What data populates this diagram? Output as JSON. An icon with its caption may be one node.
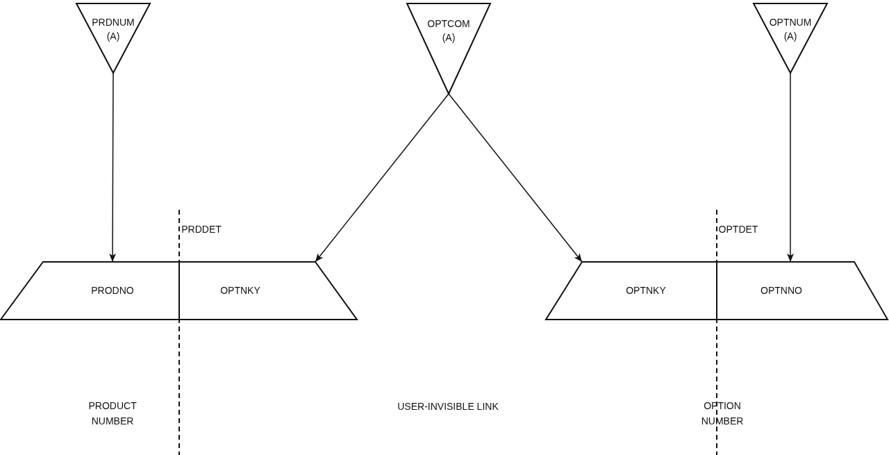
{
  "diagram": {
    "nodes": [
      {
        "text": [
          "PRDNUM (A)"
        ]
      },
      {
        "text": [
          "OPTCOM (A)"
        ]
      },
      {
        "text": [
          "OPTNUM (A)"
        ]
      },
      {
        "text": [
          "PRODNO"
        ]
      },
      {
        "text": [
          "OPTNKY"
        ]
      },
      {
        "text": [
          "OPTNKY"
        ]
      },
      {
        "text": [
          "OPTNNO"
        ]
      }
    ],
    "edges": [
      {
        "from": 0,
        "to": 3,
        "arrow": "to"
      },
      {
        "from": 1,
        "to": 4,
        "arrow": "to"
      },
      {
        "from": 1,
        "to": 5,
        "arrow": "to"
      },
      {
        "from": 2,
        "to": 6,
        "arrow": "to"
      }
    ],
    "labels": [
      "PRDDET",
      "OPTDET",
      "PRODUCT NUMBER",
      "USER-INVISIBLE LINK",
      "OPTION NUMBER"
    ]
  }
}
